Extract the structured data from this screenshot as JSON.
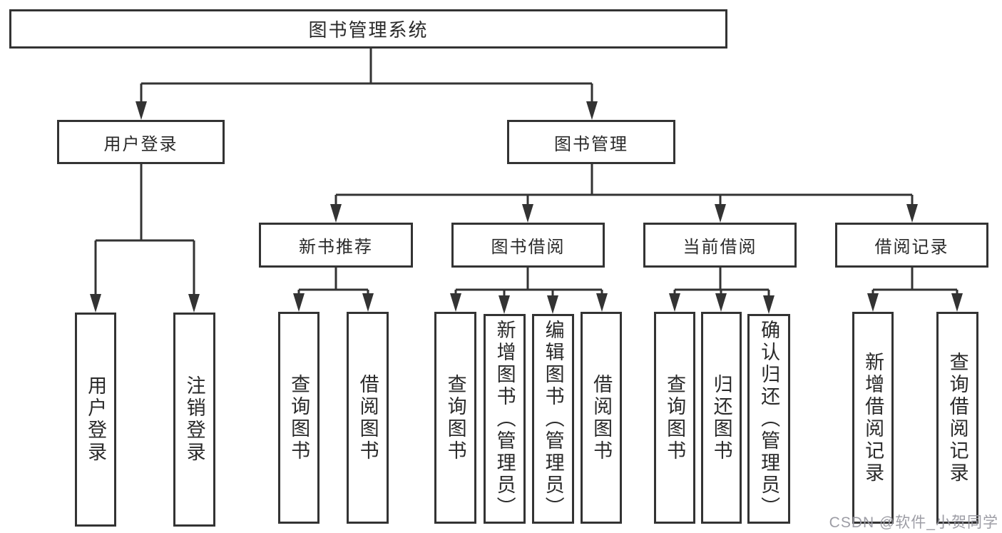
{
  "diagram": {
    "root": "图书管理系统",
    "user_branch": {
      "label": "用户登录",
      "leaves": [
        "用户登录",
        "注销登录"
      ]
    },
    "book_branch": {
      "label": "图书管理",
      "groups": [
        {
          "label": "新书推荐",
          "leaves": [
            "查询图书",
            "借阅图书"
          ]
        },
        {
          "label": "图书借阅",
          "leaves": [
            "查询图书",
            "新增图书（管理员）",
            "编辑图书（管理员）",
            "借阅图书"
          ]
        },
        {
          "label": "当前借阅",
          "leaves": [
            "查询图书",
            "归还图书",
            "确认归还（管理员）"
          ]
        },
        {
          "label": "借阅记录",
          "leaves": [
            "新增借阅记录",
            "查询借阅记录"
          ]
        }
      ]
    }
  },
  "watermark": {
    "text": "CSDN @软件_小贺同学",
    "color": "#9898a0"
  },
  "colors": {
    "line": "#333333",
    "text": "#2a2a2a",
    "background": "#ffffff"
  }
}
